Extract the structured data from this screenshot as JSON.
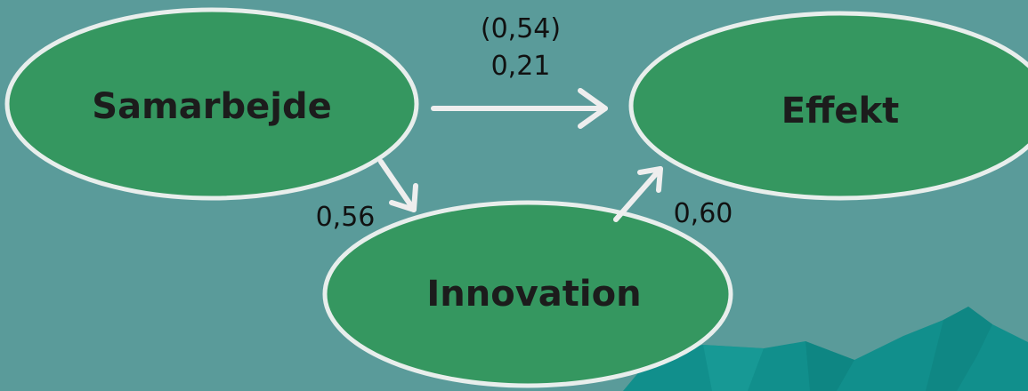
{
  "diagram": {
    "nodes": {
      "samarbejde": {
        "label": "Samarbejde"
      },
      "effekt": {
        "label": "Effekt"
      },
      "innovation": {
        "label": "Innovation"
      }
    },
    "edges": {
      "samarbejde_effekt": {
        "label_line1": "(0,54)",
        "label_line2": "0,21"
      },
      "samarbejde_innovation": {
        "label": "0,56"
      },
      "innovation_effekt": {
        "label": "0,60"
      }
    }
  },
  "colors": {
    "background": "#5a9b9a",
    "node_fill": "#359760",
    "node_stroke": "#e8eeec",
    "arrow": "#eeeeee",
    "mountain": "#118f8c"
  }
}
